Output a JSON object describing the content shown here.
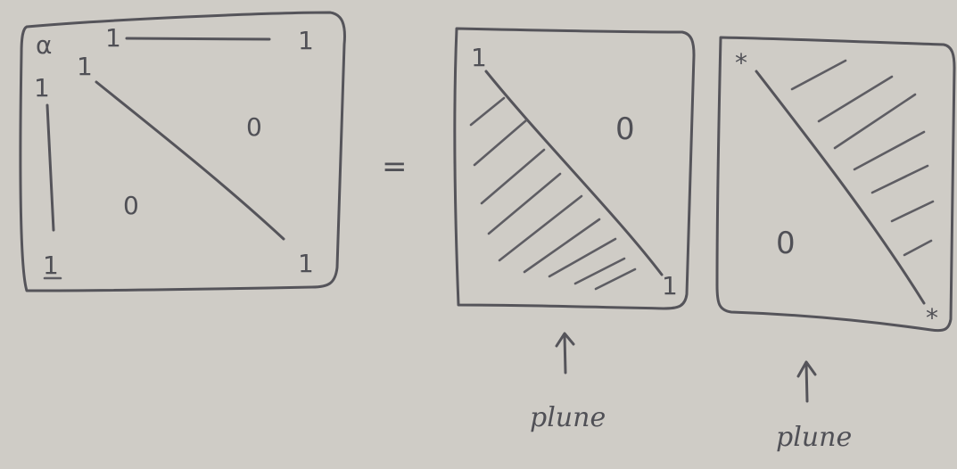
{
  "colors": {
    "board": "#cfccc6",
    "marker": "#55545a"
  },
  "matrix_left": {
    "alpha": "α",
    "top_left": "1",
    "top_right": "1",
    "diag_start": "1",
    "col_top": "1",
    "bottom_left": "1",
    "bottom_right": "1",
    "upper_zero": "0",
    "lower_zero": "0"
  },
  "equals": "=",
  "matrix_lower": {
    "top_one": "1",
    "bottom_one": "1",
    "zero": "0",
    "label": "plune"
  },
  "matrix_upper": {
    "top_star": "*",
    "bottom_star": "*",
    "zero": "0",
    "label": "plune"
  }
}
